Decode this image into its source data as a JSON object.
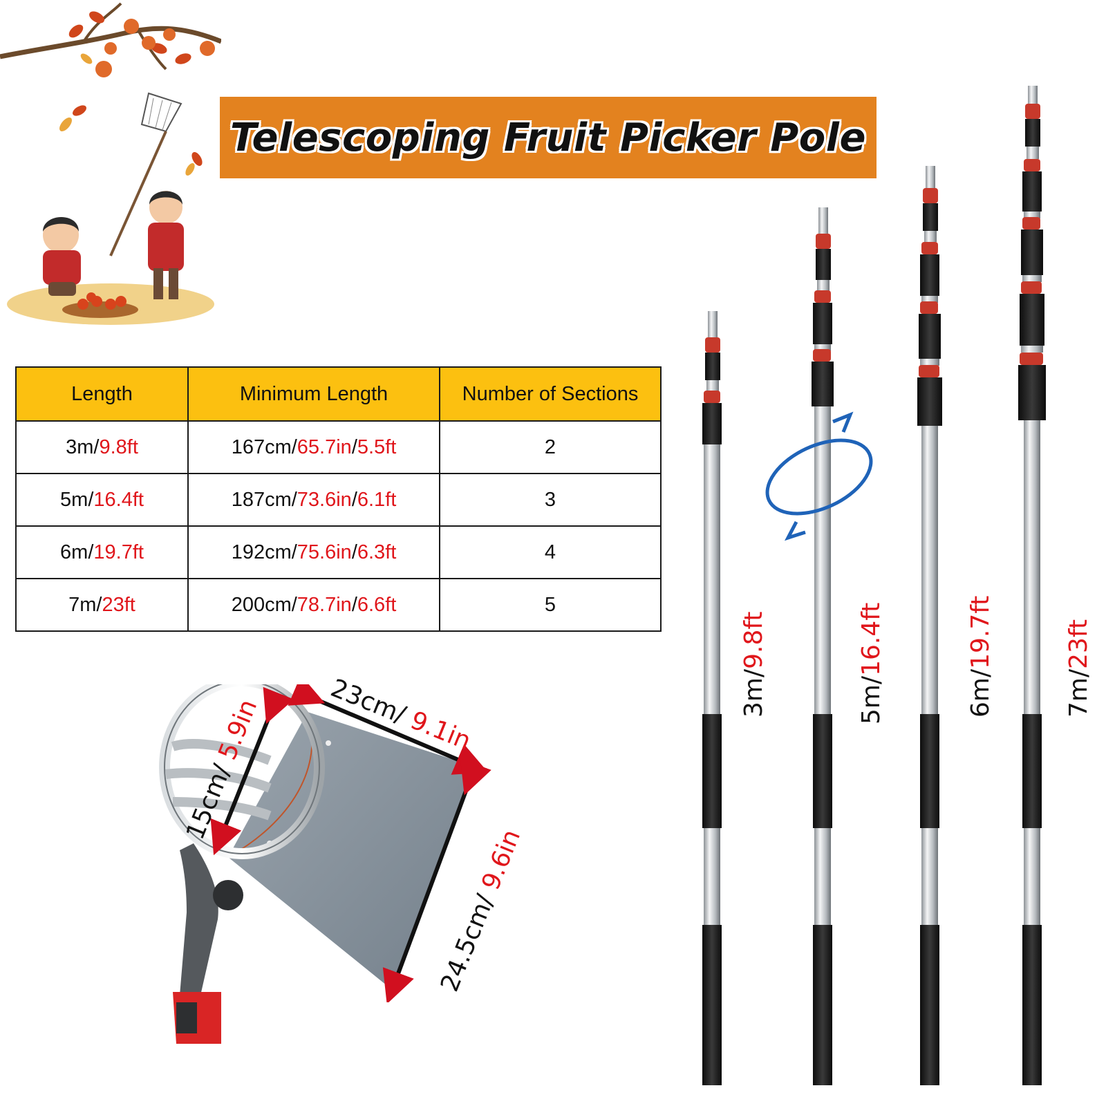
{
  "title": "Telescoping Fruit Picker Pole",
  "table": {
    "headers": [
      "Length",
      "Minimum Length",
      "Number of Sections"
    ],
    "rows": [
      {
        "len_m": "3m/",
        "len_ft": "9.8ft",
        "min_cm": "167cm/",
        "min_in": "65.7in",
        "min_sep": "/",
        "min_ft": "5.5ft",
        "sections": "2"
      },
      {
        "len_m": "5m/",
        "len_ft": "16.4ft",
        "min_cm": "187cm/",
        "min_in": "73.6in",
        "min_sep": "/",
        "min_ft": "6.1ft",
        "sections": "3"
      },
      {
        "len_m": "6m/",
        "len_ft": "19.7ft",
        "min_cm": "192cm/",
        "min_in": "75.6in",
        "min_sep": "/",
        "min_ft": "6.3ft",
        "sections": "4"
      },
      {
        "len_m": "7m/",
        "len_ft": "23ft",
        "min_cm": "200cm/",
        "min_in": "78.7in",
        "min_sep": "/",
        "min_ft": "6.6ft",
        "sections": "5"
      }
    ]
  },
  "poles": [
    {
      "m": "3m/",
      "ft": "9.8ft"
    },
    {
      "m": "5m/",
      "ft": "16.4ft"
    },
    {
      "m": "6m/",
      "ft": "19.7ft"
    },
    {
      "m": "7m/",
      "ft": "23ft"
    }
  ],
  "basket": {
    "top": {
      "cm": "23cm/",
      "inch": "9.1in"
    },
    "diameter": {
      "cm": "15cm/",
      "inch": "5.9in"
    },
    "side": {
      "cm": "24.5cm/",
      "inch": "9.6in"
    }
  },
  "colors": {
    "banner": "#e3821f",
    "table_header": "#fcc010",
    "accent_red": "#e0161b"
  },
  "icons": [
    "autumn-branch-illustration",
    "children-picking-fruit-illustration",
    "fruit-picker-basket-head",
    "telescoping-pole",
    "rotation-arrows-icon"
  ]
}
